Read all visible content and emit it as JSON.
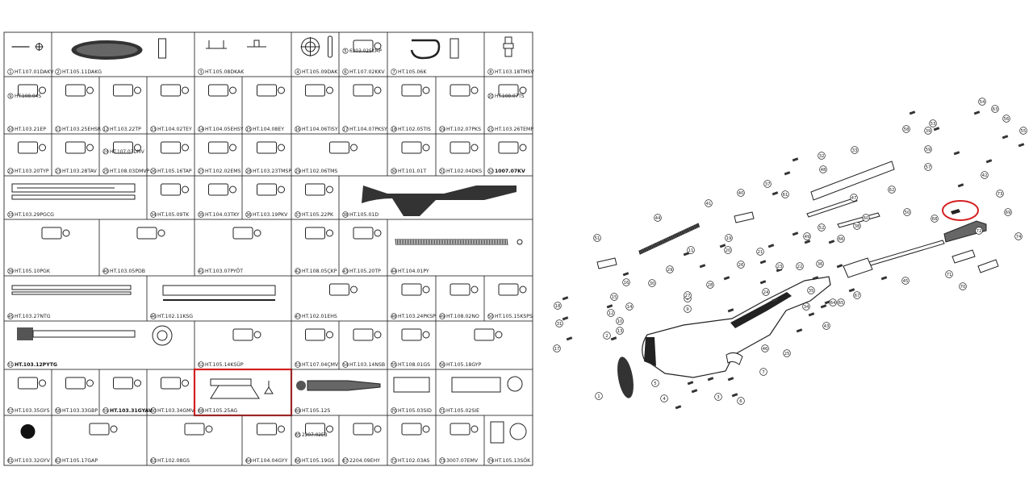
{
  "grid_cells": [
    {
      "r": 0,
      "c": 0,
      "cs": 1,
      "label": "HT.107.01DAKV",
      "n": "1"
    },
    {
      "r": 0,
      "c": 1,
      "cs": 3,
      "label": "HT.105.11DAKG",
      "n": "2"
    },
    {
      "r": 0,
      "c": 4,
      "cs": 2,
      "label": "HT.105.08DKAK",
      "n": "3"
    },
    {
      "r": 0,
      "c": 6,
      "cs": 1,
      "label": "HT.105.09DAK",
      "n": "4"
    },
    {
      "r": 0,
      "c": 7,
      "cs": 1,
      "label": "HT.107.02KKV",
      "n": "6",
      "sub": "6203.02SKMP",
      "subn": "5"
    },
    {
      "r": 0,
      "c": 8,
      "cs": 2,
      "label": "HT.105.06K",
      "n": "7"
    },
    {
      "r": 0,
      "c": 10,
      "cs": 1,
      "label": "HT.103.18TMSV",
      "n": "8"
    },
    {
      "r": 1,
      "c": 0,
      "cs": 1,
      "label": "HT.103.21EP",
      "n": "10",
      "sub": "HT.108.04S",
      "subn": "9"
    },
    {
      "r": 1,
      "c": 1,
      "cs": 1,
      "label": "HT.103.25EHSR",
      "n": "11"
    },
    {
      "r": 1,
      "c": 2,
      "cs": 1,
      "label": "HT.103.22TP",
      "n": "12"
    },
    {
      "r": 1,
      "c": 3,
      "cs": 1,
      "label": "HT.104.02TEY",
      "n": "13"
    },
    {
      "r": 1,
      "c": 4,
      "cs": 1,
      "label": "HT.104.05EHSY",
      "n": "14"
    },
    {
      "r": 1,
      "c": 5,
      "cs": 1,
      "label": "HT.104.08EY",
      "n": "15"
    },
    {
      "r": 1,
      "c": 6,
      "cs": 1,
      "label": "HT.104.06TISY",
      "n": "16"
    },
    {
      "r": 1,
      "c": 7,
      "cs": 1,
      "label": "HT.104.07PKSY",
      "n": "17"
    },
    {
      "r": 1,
      "c": 8,
      "cs": 1,
      "label": "HT.102.05TIS",
      "n": "18"
    },
    {
      "r": 1,
      "c": 9,
      "cs": 1,
      "label": "HT.102.07PKS",
      "n": "19"
    },
    {
      "r": 1,
      "c": 10,
      "cs": 1,
      "label": "HT.103.26TEMP",
      "n": "21",
      "sub": "HT.108.07TS",
      "subn": "20"
    },
    {
      "r": 2,
      "c": 0,
      "cs": 1,
      "label": "HT.103.20TYP",
      "n": "22"
    },
    {
      "r": 2,
      "c": 1,
      "cs": 1,
      "label": "HT.103.28TAV",
      "n": "23"
    },
    {
      "r": 2,
      "c": 2,
      "cs": 1,
      "label": "HT.108.03DMVP",
      "n": "25",
      "sub": "HT.107.03DMV",
      "subn": "24"
    },
    {
      "r": 2,
      "c": 3,
      "cs": 1,
      "label": "HT.105.16TAP",
      "n": "26"
    },
    {
      "r": 2,
      "c": 4,
      "cs": 1,
      "label": "HT.102.02EMS",
      "n": "27"
    },
    {
      "r": 2,
      "c": 5,
      "cs": 1,
      "label": "HT.103.23TMSP",
      "n": "28"
    },
    {
      "r": 2,
      "c": 6,
      "cs": 2,
      "label": "HT.102.06TMS",
      "n": "29"
    },
    {
      "r": 2,
      "c": 8,
      "cs": 1,
      "label": "HT.101.01T",
      "n": "30"
    },
    {
      "r": 2,
      "c": 9,
      "cs": 1,
      "label": "HT.102.04DKS",
      "n": "31"
    },
    {
      "r": 2,
      "c": 10,
      "cs": 1,
      "label": "1007.07KV",
      "n": "32",
      "bold": true
    },
    {
      "r": 3,
      "c": 0,
      "cs": 3,
      "label": "HT.103.29PGCG",
      "n": "33"
    },
    {
      "r": 3,
      "c": 3,
      "cs": 1,
      "label": "HT.105.09TK",
      "n": "34"
    },
    {
      "r": 3,
      "c": 4,
      "cs": 1,
      "label": "HT.104.03TKY",
      "n": "35"
    },
    {
      "r": 3,
      "c": 5,
      "cs": 1,
      "label": "HT.103.19PKV",
      "n": "36"
    },
    {
      "r": 3,
      "c": 6,
      "cs": 1,
      "label": "HT.105.22PK",
      "n": "37"
    },
    {
      "r": 3,
      "c": 7,
      "cs": 4,
      "label": "HT.105.01D",
      "n": "38"
    },
    {
      "r": 4,
      "c": 0,
      "cs": 2,
      "label": "HT.105.10PGK",
      "n": "39"
    },
    {
      "r": 4,
      "c": 2,
      "cs": 2,
      "label": "HT.103.05PDB",
      "n": "40"
    },
    {
      "r": 4,
      "c": 4,
      "cs": 2,
      "label": "HT.103.07PYÖT",
      "n": "41"
    },
    {
      "r": 4,
      "c": 6,
      "cs": 1,
      "label": "HT.108.05ÇKP",
      "n": "42"
    },
    {
      "r": 4,
      "c": 7,
      "cs": 1,
      "label": "HT.105.20TP",
      "n": "43"
    },
    {
      "r": 4,
      "c": 8,
      "cs": 3,
      "label": "HT.104.01PY",
      "n": "44"
    },
    {
      "r": 5,
      "c": 0,
      "cs": 3,
      "label": "HT.103.27NTG",
      "n": "45"
    },
    {
      "r": 5,
      "c": 3,
      "cs": 3,
      "label": "HT.102.11KSG",
      "n": "46"
    },
    {
      "r": 5,
      "c": 6,
      "cs": 2,
      "label": "HT.102.01EHS",
      "n": "47"
    },
    {
      "r": 5,
      "c": 8,
      "cs": 1,
      "label": "HT.103.24PKSP",
      "n": "48"
    },
    {
      "r": 5,
      "c": 9,
      "cs": 1,
      "label": "HT.108.02NO",
      "n": "49"
    },
    {
      "r": 5,
      "c": 10,
      "cs": 1,
      "label": "HT.105.15KSPS",
      "n": "50"
    },
    {
      "r": 6,
      "c": 0,
      "cs": 4,
      "label": "HT.103.12PYTG",
      "n": "51",
      "bold": true
    },
    {
      "r": 6,
      "c": 4,
      "cs": 2,
      "label": "HT.105.14KSÜP",
      "n": "52"
    },
    {
      "r": 6,
      "c": 6,
      "cs": 1,
      "label": "HT.107.04ÇMV",
      "n": "53"
    },
    {
      "r": 6,
      "c": 7,
      "cs": 1,
      "label": "HT.103.14NSB",
      "n": "54"
    },
    {
      "r": 6,
      "c": 8,
      "cs": 1,
      "label": "HT.108.01GS",
      "n": "55"
    },
    {
      "r": 6,
      "c": 9,
      "cs": 2,
      "label": "HT.105.18GYP",
      "n": "56"
    },
    {
      "r": 7,
      "c": 0,
      "cs": 1,
      "label": "HT.103.35GYS",
      "n": "57"
    },
    {
      "r": 7,
      "c": 1,
      "cs": 1,
      "label": "HT.103.33GBP",
      "n": "58"
    },
    {
      "r": 7,
      "c": 2,
      "cs": 1,
      "label": "HT.103.31GYAV",
      "n": "59",
      "bold": true
    },
    {
      "r": 7,
      "c": 3,
      "cs": 1,
      "label": "HT.103.34GMV",
      "n": "60"
    },
    {
      "r": 7,
      "c": 4,
      "cs": 2,
      "label": "HT.105.25AG",
      "n": "68",
      "hl": true
    },
    {
      "r": 7,
      "c": 6,
      "cs": 2,
      "label": "HT.105.12S",
      "n": "69"
    },
    {
      "r": 7,
      "c": 8,
      "cs": 1,
      "label": "HT.105.03SID",
      "n": "70"
    },
    {
      "r": 7,
      "c": 9,
      "cs": 2,
      "label": "HT.105.02SIE",
      "n": "71"
    },
    {
      "r": 8,
      "c": 0,
      "cs": 1,
      "label": "HT.103.32GYV",
      "n": "61"
    },
    {
      "r": 8,
      "c": 1,
      "cs": 2,
      "label": "HT.105.17GAP",
      "n": "62"
    },
    {
      "r": 8,
      "c": 3,
      "cs": 2,
      "label": "HT.102.08GS",
      "n": "63"
    },
    {
      "r": 8,
      "c": 5,
      "cs": 1,
      "label": "HT.104.04GYY",
      "n": "64"
    },
    {
      "r": 8,
      "c": 6,
      "cs": 1,
      "label": "HT.105.19GS",
      "n": "66",
      "sub": "2207.02EB",
      "subn": "65"
    },
    {
      "r": 8,
      "c": 7,
      "cs": 1,
      "label": "2204.09EHY",
      "n": "67"
    },
    {
      "r": 8,
      "c": 8,
      "cs": 1,
      "label": "HT.102.03AS",
      "n": "72"
    },
    {
      "r": 8,
      "c": 9,
      "cs": 1,
      "label": "3007.07EMV",
      "n": "73"
    },
    {
      "r": 8,
      "c": 10,
      "cs": 1,
      "label": "HT.105.13SÖK",
      "n": "74"
    }
  ],
  "callouts": [
    {
      "n": "1"
    },
    {
      "n": "2"
    },
    {
      "n": "3"
    },
    {
      "n": "4"
    },
    {
      "n": "5"
    },
    {
      "n": "6"
    },
    {
      "n": "7"
    },
    {
      "n": "8"
    },
    {
      "n": "9"
    },
    {
      "n": "10"
    },
    {
      "n": "11"
    },
    {
      "n": "12"
    },
    {
      "n": "13"
    },
    {
      "n": "14"
    },
    {
      "n": "15"
    },
    {
      "n": "16"
    },
    {
      "n": "17"
    },
    {
      "n": "18"
    },
    {
      "n": "19"
    },
    {
      "n": "20"
    },
    {
      "n": "21"
    },
    {
      "n": "22"
    },
    {
      "n": "23"
    },
    {
      "n": "24"
    },
    {
      "n": "25"
    },
    {
      "n": "26"
    },
    {
      "n": "27"
    },
    {
      "n": "28"
    },
    {
      "n": "29"
    },
    {
      "n": "30"
    },
    {
      "n": "31"
    },
    {
      "n": "32"
    },
    {
      "n": "33"
    },
    {
      "n": "34"
    },
    {
      "n": "35"
    },
    {
      "n": "36"
    },
    {
      "n": "37"
    },
    {
      "n": "38"
    },
    {
      "n": "39"
    },
    {
      "n": "40"
    },
    {
      "n": "41"
    },
    {
      "n": "42"
    },
    {
      "n": "43"
    },
    {
      "n": "44"
    },
    {
      "n": "45"
    },
    {
      "n": "46"
    },
    {
      "n": "47"
    },
    {
      "n": "48"
    },
    {
      "n": "49"
    },
    {
      "n": "50"
    },
    {
      "n": "51"
    },
    {
      "n": "52"
    },
    {
      "n": "53"
    },
    {
      "n": "54"
    },
    {
      "n": "55"
    },
    {
      "n": "56"
    },
    {
      "n": "57"
    },
    {
      "n": "58"
    },
    {
      "n": "59"
    },
    {
      "n": "60"
    },
    {
      "n": "61"
    },
    {
      "n": "62"
    },
    {
      "n": "63"
    },
    {
      "n": "64"
    },
    {
      "n": "65"
    },
    {
      "n": "66"
    },
    {
      "n": "67"
    },
    {
      "n": "68"
    },
    {
      "n": "69"
    },
    {
      "n": "70"
    },
    {
      "n": "71"
    },
    {
      "n": "72"
    },
    {
      "n": "73"
    },
    {
      "n": "74"
    }
  ],
  "highlight_color": "#d42020"
}
